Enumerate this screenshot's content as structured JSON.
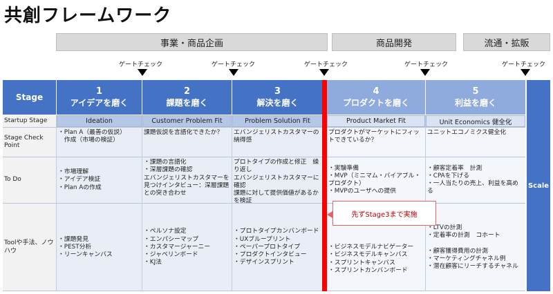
{
  "title": "共創フレームワーク",
  "phases": [
    {
      "label": "事業・商品企画"
    },
    {
      "label": "商品開発"
    },
    {
      "label": "流通・拡販"
    }
  ],
  "gates": [
    {
      "label": "ゲートチェック"
    },
    {
      "label": "ゲートチェック"
    },
    {
      "label": "ゲートチェック"
    },
    {
      "label": "ゲートチェック"
    },
    {
      "label": "ゲートチェック"
    }
  ],
  "stage_label": "Stage",
  "stages": [
    {
      "num": "1",
      "label": "アイデアを磨く",
      "sub": "Ideation"
    },
    {
      "num": "2",
      "label": "課題を磨く",
      "sub": "Customer Problem Fit"
    },
    {
      "num": "3",
      "label": "解決を磨く",
      "sub": "Problem Solution Fit"
    },
    {
      "num": "4",
      "label": "プロダクトを磨く",
      "sub": "Product Market Fit"
    },
    {
      "num": "5",
      "label": "利益を磨く",
      "sub": "Unit Economics 健全化"
    }
  ],
  "row_labels": {
    "startup": "Startup Stage",
    "check": "Stage Check Point",
    "todo": "To Do",
    "tools": "Toolや手法、ノウハウ"
  },
  "check_cells": [
    "・Plan A（最善の仮説）\n　作成（市場の検証）",
    "課題仮説を言語化できたか？",
    "エバンジェリストカスタマーの納得感",
    "プロダクトがマーケットにフィットできているか？",
    "ユニットエコノミクス健全化"
  ],
  "todo_cells": [
    "・市場理解\n・アイデア検証\n・Plan Aの作成",
    "・課題の言語化\n・深層課題の確認\nエバンジェリストカスタマーを見つけインタビュー：深層課題との突き合わせ",
    "プロトタイプの作成と修正　繰り返し\nエバンジェリストカスタマーに確認\n課題に対して提供価値があるかを検証",
    "・実験準備\n・MVP（ミニマム・バイアブル・プロダクト）\n・MVPのユーザへの提供",
    "・顧客定着率　計測\n・CPAを下げる\n・一人当たりの売上、利益を高める"
  ],
  "tool_cells": [
    "・課題発見\n・PEST分析\n・リーンキャンバス",
    "・ペルソナ設定\n・エンパシーマップ\n・カスタマージャーニー\n・ジャベリンボード\n・KJ法",
    "・プロトタイプカンバンボード\n・UXブループリント\n・ペーパープロトタイプ\n・プロダクトインタビュー\n・デザインスプリント",
    "・ビジネスモデルナビゲーター\n・ビジネスモデルキャンバス\n・スプリントキャンバス\n・スプリントカンバンボード",
    "・LTVの計測\n・定着率の計測　コホート\n\n・顧客獲得費用の計測\n・マーケティングチャネル例\n・潜在顧客にリーチするチャネル"
  ],
  "scale": "Scale",
  "callout": "先ずStage3まで実施",
  "colors": {
    "dark_blue": "#4472c4",
    "light_blue": "#8faadc",
    "red": "#ff0000"
  }
}
